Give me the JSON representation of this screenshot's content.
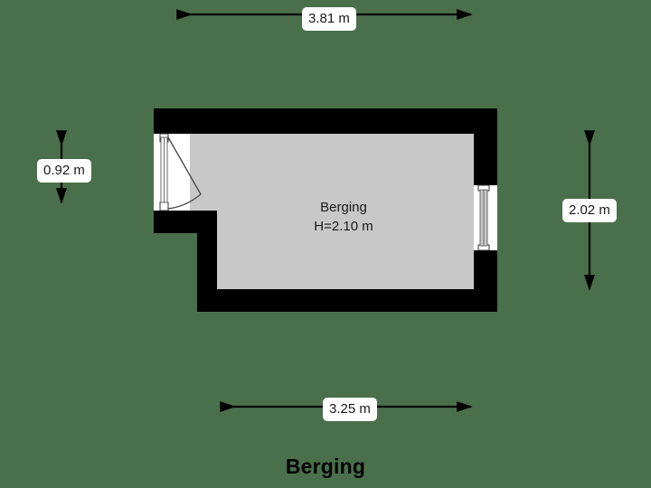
{
  "plan": {
    "title": "Berging",
    "background_color": "#4a704b",
    "wall_color": "#000000",
    "floor_color": "#c8c8c8",
    "label_background": "#ffffff",
    "label_text_color": "#1a1a1a"
  },
  "room": {
    "name": "Berging",
    "height_label": "H=2.10 m"
  },
  "dimensions": {
    "top": {
      "value": "3.81 m",
      "orientation": "horizontal"
    },
    "left": {
      "value": "0.92 m",
      "orientation": "vertical"
    },
    "right": {
      "value": "2.02 m",
      "orientation": "vertical"
    },
    "bottom": {
      "value": "3.25 m",
      "orientation": "horizontal"
    }
  },
  "openings": [
    {
      "type": "door",
      "name": "swing-door",
      "wall": "left"
    },
    {
      "type": "window",
      "name": "window",
      "wall": "right"
    }
  ]
}
